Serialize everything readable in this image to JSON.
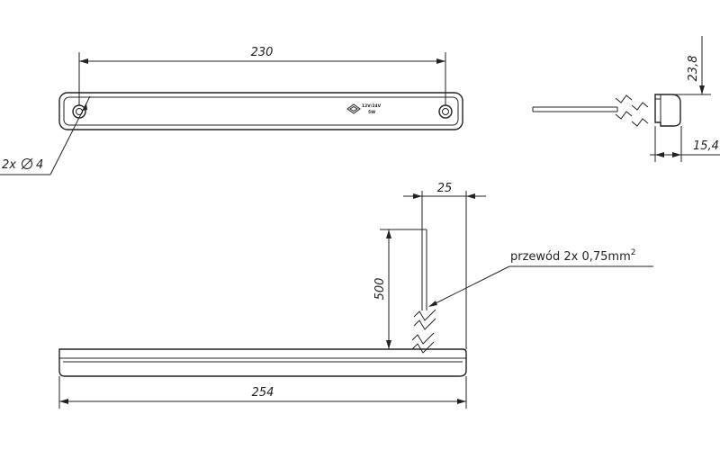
{
  "dimensions": {
    "top_length": "230",
    "height": "23,8",
    "depth": "15,4",
    "holes": "2x",
    "hole_diameter": "4",
    "cable_offset": "25",
    "cable_length": "500",
    "total_length": "254"
  },
  "labels": {
    "cable_note": "przewód 2x 0,75mm",
    "cable_note_superscript": "2",
    "lamp_voltage": "12V/24V",
    "lamp_power": "5W"
  },
  "icons": {
    "diameter_symbol": "diameter-symbol",
    "brand_logo": "diamond-logo"
  }
}
